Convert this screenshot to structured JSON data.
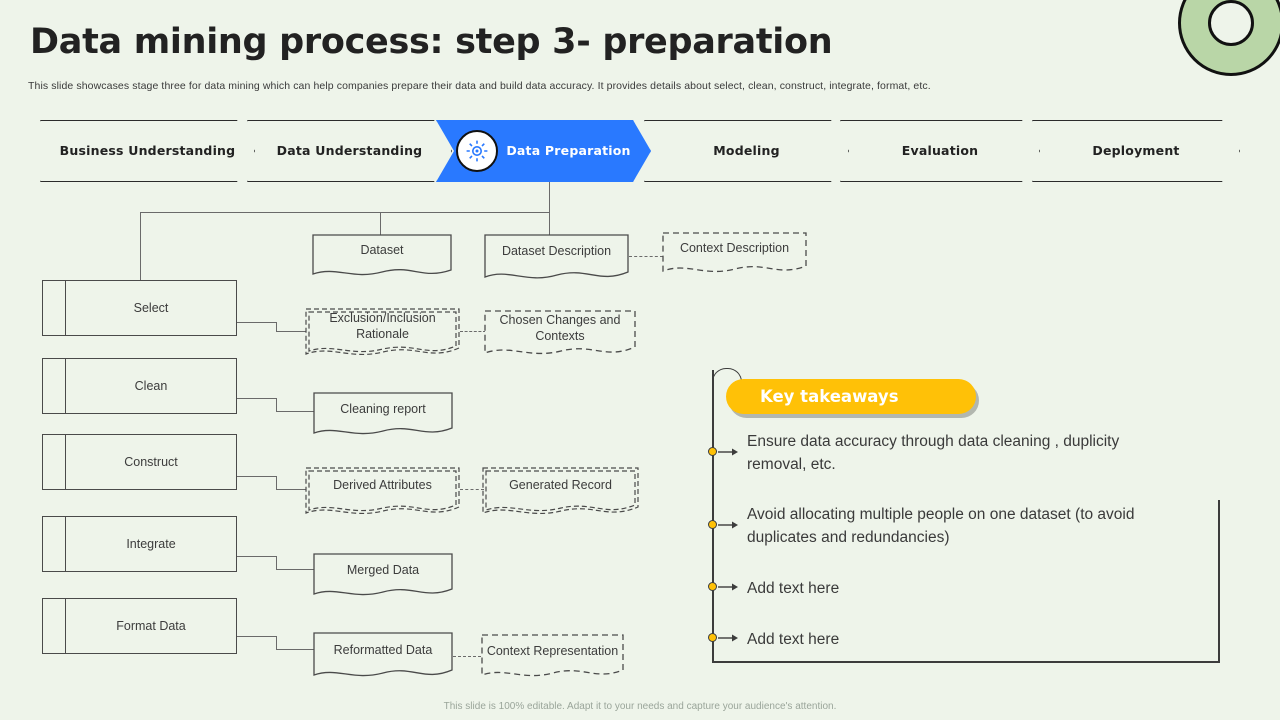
{
  "header": {
    "title": "Data mining process: step 3- preparation",
    "subtitle": "This slide showcases stage three for data mining which can help companies prepare their data and build data accuracy. It provides details about select, clean, construct, integrate, format, etc."
  },
  "process_steps": [
    {
      "label": "Business Understanding",
      "active": false
    },
    {
      "label": "Data Understanding",
      "active": false
    },
    {
      "label": "Data Preparation",
      "active": true,
      "icon": "gear-data-icon"
    },
    {
      "label": "Modeling",
      "active": false
    },
    {
      "label": "Evaluation",
      "active": false
    },
    {
      "label": "Deployment",
      "active": false
    }
  ],
  "stages": [
    {
      "label": "Select"
    },
    {
      "label": "Clean"
    },
    {
      "label": "Construct"
    },
    {
      "label": "Integrate"
    },
    {
      "label": "Format Data"
    }
  ],
  "artifacts": {
    "dataset": "Dataset",
    "dataset_description": "Dataset Description",
    "context_description": "Context Description",
    "exclusion_inclusion": "Exclusion/Inclusion Rationale",
    "chosen_changes": "Chosen Changes and Contexts",
    "cleaning_report": "Cleaning report",
    "derived_attributes": "Derived Attributes",
    "generated_record": "Generated Record",
    "merged_data": "Merged Data",
    "reformatted_data": "Reformatted Data",
    "context_representation": "Context Representation"
  },
  "key_takeaways": {
    "title": "Key takeaways",
    "items": [
      "Ensure data accuracy through data cleaning , duplicity removal, etc.",
      "Avoid allocating multiple people on one dataset (to avoid duplicates and redundancies)",
      "Add text here",
      "Add text here"
    ]
  },
  "footer": "This slide is 100% editable. Adapt it to your needs and capture your audience's attention.",
  "colors": {
    "background": "#eef4ea",
    "accent_blue": "#2979ff",
    "accent_yellow": "#ffc107",
    "deco_green": "#b9d6a7"
  }
}
